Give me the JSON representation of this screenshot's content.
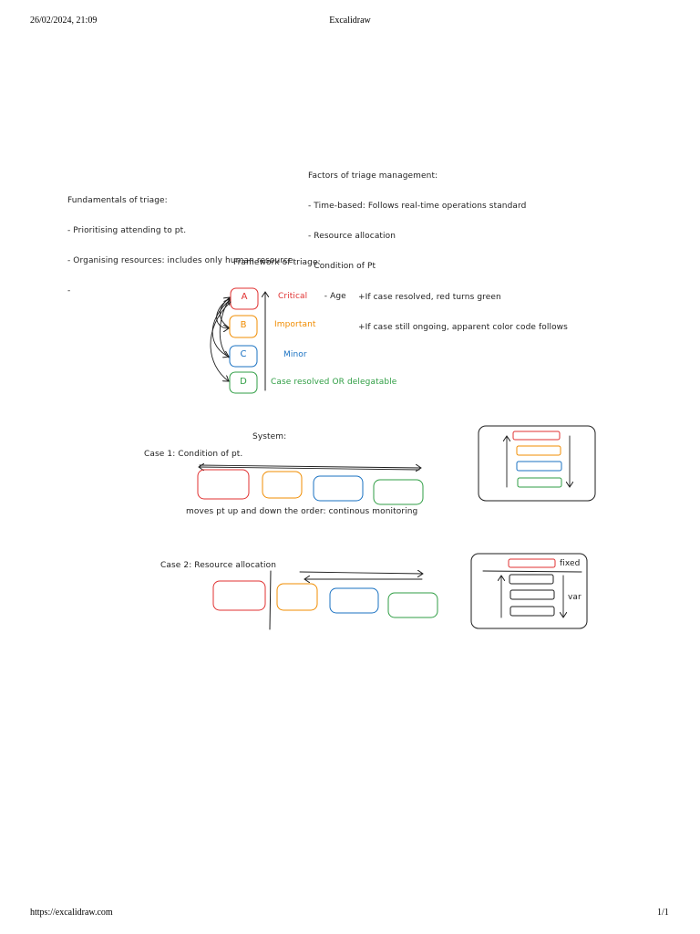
{
  "print_header": {
    "datetime": "26/02/2024, 21:09",
    "title": "Excalidraw"
  },
  "print_footer": {
    "url": "https://excalidraw.com",
    "page": "1/1"
  },
  "colors": {
    "red": "#e03131",
    "orange": "#f08c00",
    "blue": "#1971c2",
    "green": "#2f9e44",
    "stroke": "#1e1e1e"
  },
  "notes": {
    "fundamentals": {
      "title": "Fundamentals of triage:",
      "lines": [
        "- Prioritising attending to pt.",
        "- Organising resources: includes only human resource.",
        "-"
      ]
    },
    "factors": {
      "title": "Factors of triage management:",
      "lines": [
        "- Time-based: Follows real-time operations standard",
        "- Resource allocation",
        "- Condition of Pt",
        "      - Age"
      ]
    }
  },
  "framework": {
    "title": "Framework of triage:",
    "rules": [
      "+If case resolved, red turns green",
      "+If case still ongoing, apparent color code follows"
    ],
    "levels": [
      {
        "letter": "A",
        "label": "Critical"
      },
      {
        "letter": "B",
        "label": "Important"
      },
      {
        "letter": "C",
        "label": "Minor"
      },
      {
        "letter": "D",
        "label": "Case resolved OR delegatable"
      }
    ]
  },
  "system": {
    "title": "System:",
    "case1": {
      "label": "Case 1: Condition of pt.",
      "caption": "moves pt up and down the order: continous monitoring"
    },
    "case2": {
      "label": "Case 2: Resource allocation",
      "fixed_label": "fixed",
      "var_label": "var"
    }
  }
}
